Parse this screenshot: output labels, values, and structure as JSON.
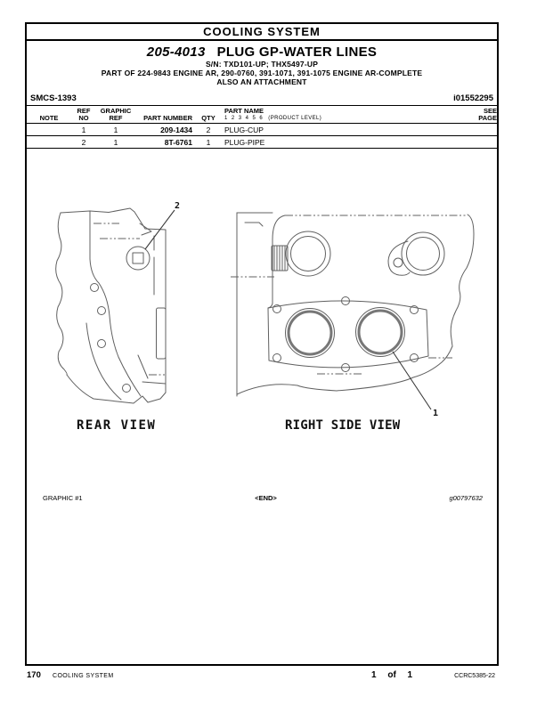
{
  "page": {
    "header": "COOLING SYSTEM",
    "title": {
      "part_number": "205-4013",
      "name": "PLUG GP-WATER LINES"
    },
    "subtitle_lines": [
      "S/N: TXD101-UP; THX5497-UP",
      "PART OF 224-9843 ENGINE AR, 290-0760, 391-1071, 391-1075 ENGINE AR-COMPLETE",
      "ALSO AN ATTACHMENT"
    ],
    "smcs_code": "SMCS-1393",
    "doc_id": "i01552295"
  },
  "parts_table": {
    "headers": {
      "note": "NOTE",
      "ref_line1": "REF",
      "ref_line2": "NO",
      "graphic_line1": "GRAPHIC",
      "graphic_line2": "REF",
      "part_number": "PART NUMBER",
      "qty": "QTY",
      "part_name": "PART NAME",
      "part_name_sub": "1  2  3  4  5  6   (PRODUCT LEVEL)",
      "see_line1": "SEE",
      "see_line2": "PAGE"
    },
    "rows": [
      {
        "note": "",
        "ref_no": "1",
        "graphic_ref": "1",
        "part_number": "209-1434",
        "qty": "2",
        "part_name": "PLUG-CUP",
        "see_page": ""
      },
      {
        "note": "",
        "ref_no": "2",
        "graphic_ref": "1",
        "part_number": "8T-6761",
        "qty": "1",
        "part_name": "PLUG-PIPE",
        "see_page": ""
      }
    ]
  },
  "diagrams": {
    "rear_view": {
      "label": "REAR VIEW",
      "callout": "2"
    },
    "right_side_view": {
      "label": "RIGHT SIDE VIEW",
      "callout": "1"
    }
  },
  "graphic_footer": {
    "graphic_label": "GRAPHIC #1",
    "end_marker": "<END>",
    "graphic_id": "g00797632"
  },
  "footer": {
    "page_number": "170",
    "section": "COOLING SYSTEM",
    "sheet": "1 of 1",
    "doc_code": "CCRC5385-22"
  }
}
